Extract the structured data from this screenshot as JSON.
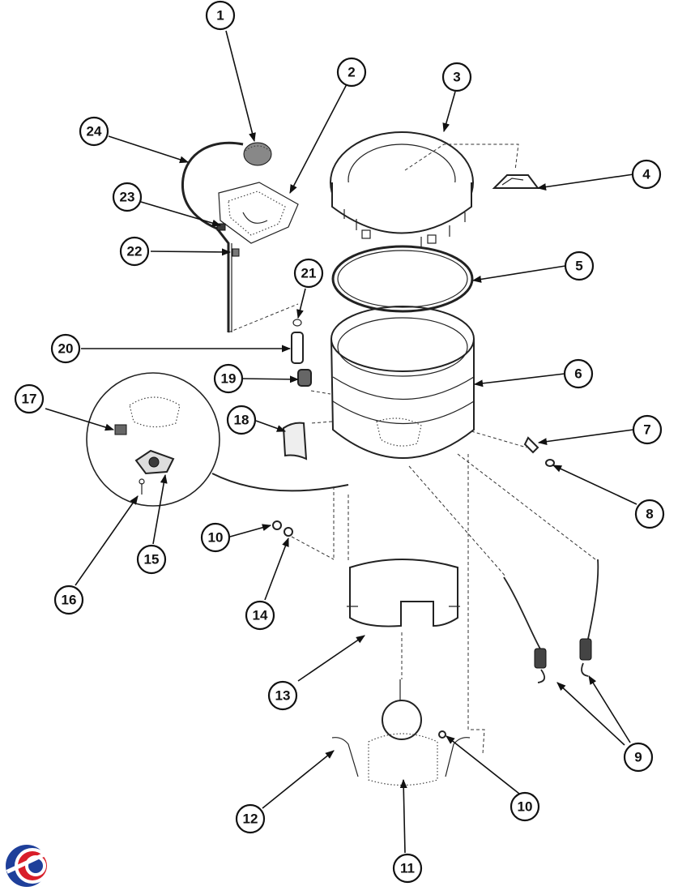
{
  "callouts": [
    {
      "id": "c1",
      "label": "1"
    },
    {
      "id": "c2",
      "label": "2"
    },
    {
      "id": "c3",
      "label": "3"
    },
    {
      "id": "c4",
      "label": "4"
    },
    {
      "id": "c5",
      "label": "5"
    },
    {
      "id": "c6",
      "label": "6"
    },
    {
      "id": "c7",
      "label": "7"
    },
    {
      "id": "c8",
      "label": "8"
    },
    {
      "id": "c9",
      "label": "9"
    },
    {
      "id": "c10a",
      "label": "10"
    },
    {
      "id": "c10b",
      "label": "10"
    },
    {
      "id": "c11",
      "label": "11"
    },
    {
      "id": "c12",
      "label": "12"
    },
    {
      "id": "c13",
      "label": "13"
    },
    {
      "id": "c14",
      "label": "14"
    },
    {
      "id": "c15",
      "label": "15"
    },
    {
      "id": "c16",
      "label": "16"
    },
    {
      "id": "c17",
      "label": "17"
    },
    {
      "id": "c18",
      "label": "18"
    },
    {
      "id": "c19",
      "label": "19"
    },
    {
      "id": "c20",
      "label": "20"
    },
    {
      "id": "c21",
      "label": "21"
    },
    {
      "id": "c22",
      "label": "22"
    },
    {
      "id": "c23",
      "label": "23"
    },
    {
      "id": "c24",
      "label": "24"
    }
  ],
  "logo": {
    "name": "brand-logo",
    "colors": [
      "#1e3f9a",
      "#d81e2a"
    ]
  }
}
